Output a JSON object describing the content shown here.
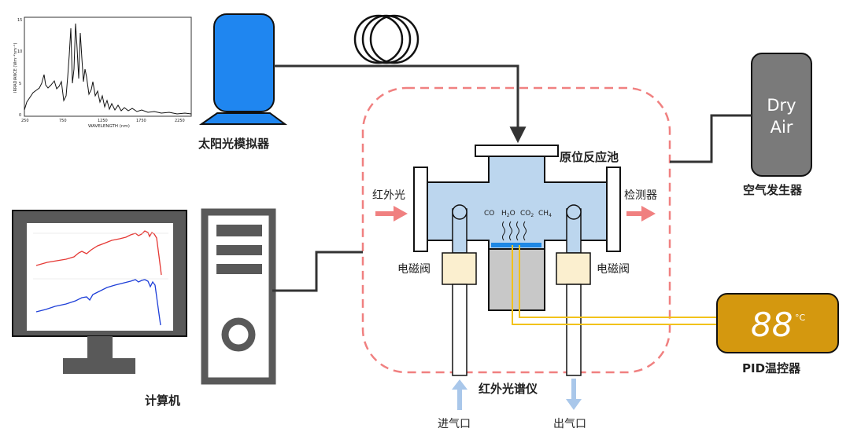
{
  "spectrum_plot": {
    "y_axis_label": "IRRADIANCE (Wm⁻²nm⁻¹)",
    "x_axis_label": "WAVELENGTH (nm)",
    "x_ticks": [
      "250",
      "750",
      "1250",
      "1750",
      "2250"
    ],
    "y_ticks": [
      "0",
      "5",
      "10",
      "15"
    ]
  },
  "labels": {
    "solar_simulator": "太阳光模拟器",
    "in_situ_cell": "原位反应池",
    "air_generator": "空气发生器",
    "dry_air": [
      "Dry",
      "Air"
    ],
    "infrared_in": "红外光",
    "detector": "检测器",
    "valve_left": "电磁阀",
    "valve_right": "电磁阀",
    "ir_spectrometer": "红外光谱仪",
    "gas_inlet": "进气口",
    "gas_outlet": "出气口",
    "computer": "计算机",
    "pid_controller": "PID温控器",
    "pid_display": "88",
    "pid_unit": "°C"
  },
  "gases": {
    "co": "CO",
    "h2o": "H",
    "h2o_sub": "2",
    "h2o_tail": "O",
    "co2": "CO",
    "co2_sub": "2",
    "ch4": "CH",
    "ch4_sub": "4"
  },
  "colors": {
    "cell_fill": "#bcd6ee",
    "dashed_border": "#f08080",
    "arrow_red": "#f08080",
    "arrow_blue": "#a9c7ea",
    "wire_gold": "#f2c21a",
    "pid_fill": "#d4980f",
    "air_gen_fill": "#7a7a7a",
    "solar_sim_fill": "#1f86f0",
    "computer_gray": "#595959",
    "valve_fill": "#fbefcf",
    "sample_blue": "#1e88e5",
    "plot_red": "#e53935",
    "plot_blue": "#1e3fd8"
  },
  "icons": [
    "fiber-coil-icon",
    "arrow-icon"
  ]
}
